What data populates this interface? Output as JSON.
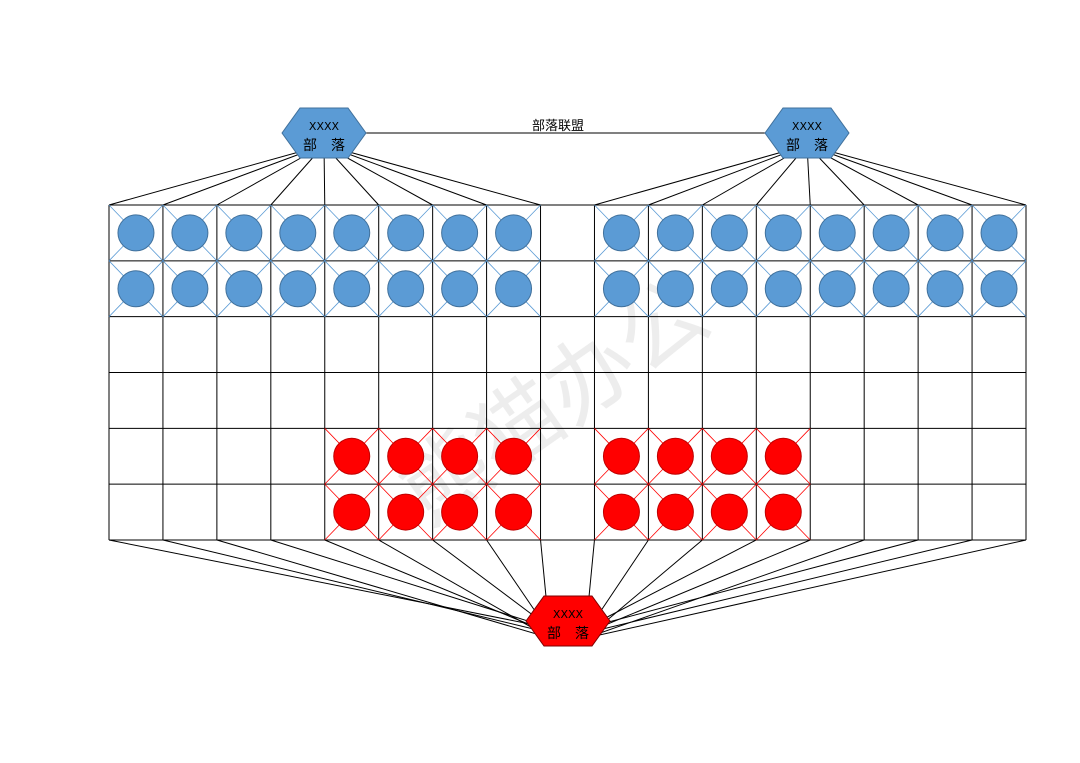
{
  "alliance_label": "部落联盟",
  "watermark_text": "熊猫办公",
  "colors": {
    "blue_fill": "#5b9bd5",
    "blue_stroke": "#41719c",
    "red_fill": "#ff0000",
    "red_stroke": "#c00000",
    "line": "#000000",
    "blue_cross": "#5b9bd5",
    "red_cross": "#ff0000"
  },
  "tribes": [
    {
      "id": "tribe-left",
      "line1": "XXXX",
      "line2": "部　落",
      "color": "blue"
    },
    {
      "id": "tribe-right",
      "line1": "XXXX",
      "line2": "部　落",
      "color": "blue"
    },
    {
      "id": "tribe-bottom",
      "line1": "XXXX",
      "line2": "部　落",
      "color": "red"
    }
  ],
  "grid": {
    "columns": 17,
    "rows": 6,
    "empty_column": 8
  },
  "members": {
    "blue": {
      "rows": [
        0,
        1
      ],
      "columns": [
        0,
        1,
        2,
        3,
        4,
        5,
        6,
        7,
        9,
        10,
        11,
        12,
        13,
        14,
        15,
        16
      ]
    },
    "red": {
      "rows": [
        4,
        5
      ],
      "columns": [
        4,
        5,
        6,
        7,
        9,
        10,
        11,
        12
      ]
    }
  }
}
